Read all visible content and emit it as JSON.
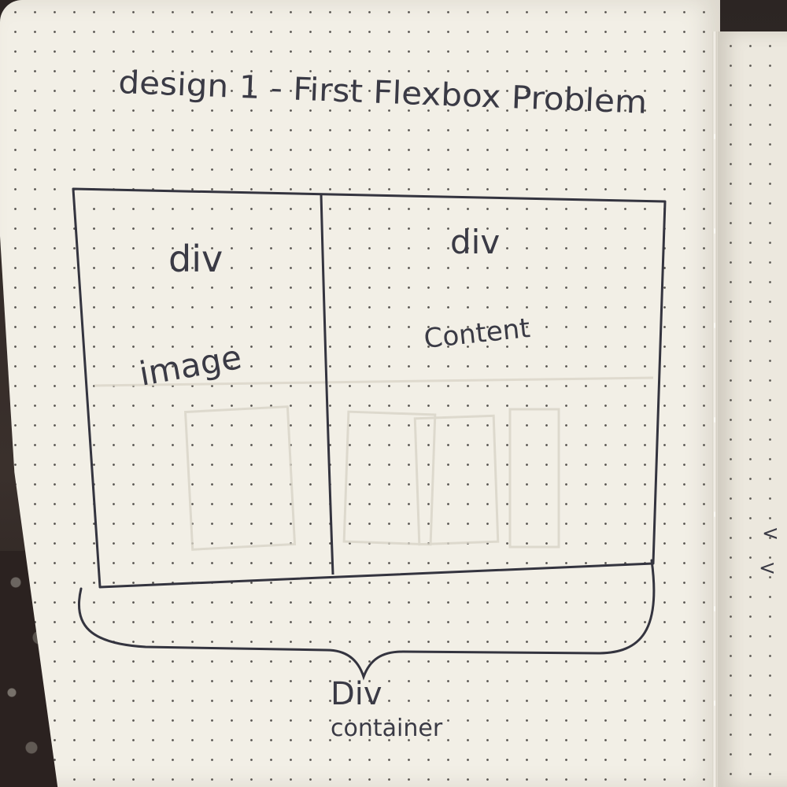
{
  "sketch": {
    "title": "design 1 - First Flexbox Problem",
    "left_panel": {
      "label": "div",
      "sublabel": "image"
    },
    "right_panel": {
      "label": "div",
      "sublabel": "Content"
    },
    "container": {
      "label": "Div",
      "sublabel": "container"
    },
    "margin_marks": [
      "<",
      "<"
    ]
  },
  "colors": {
    "paper": "#f2efe6",
    "ink": "#3a3a45",
    "dots": "#55524e"
  }
}
